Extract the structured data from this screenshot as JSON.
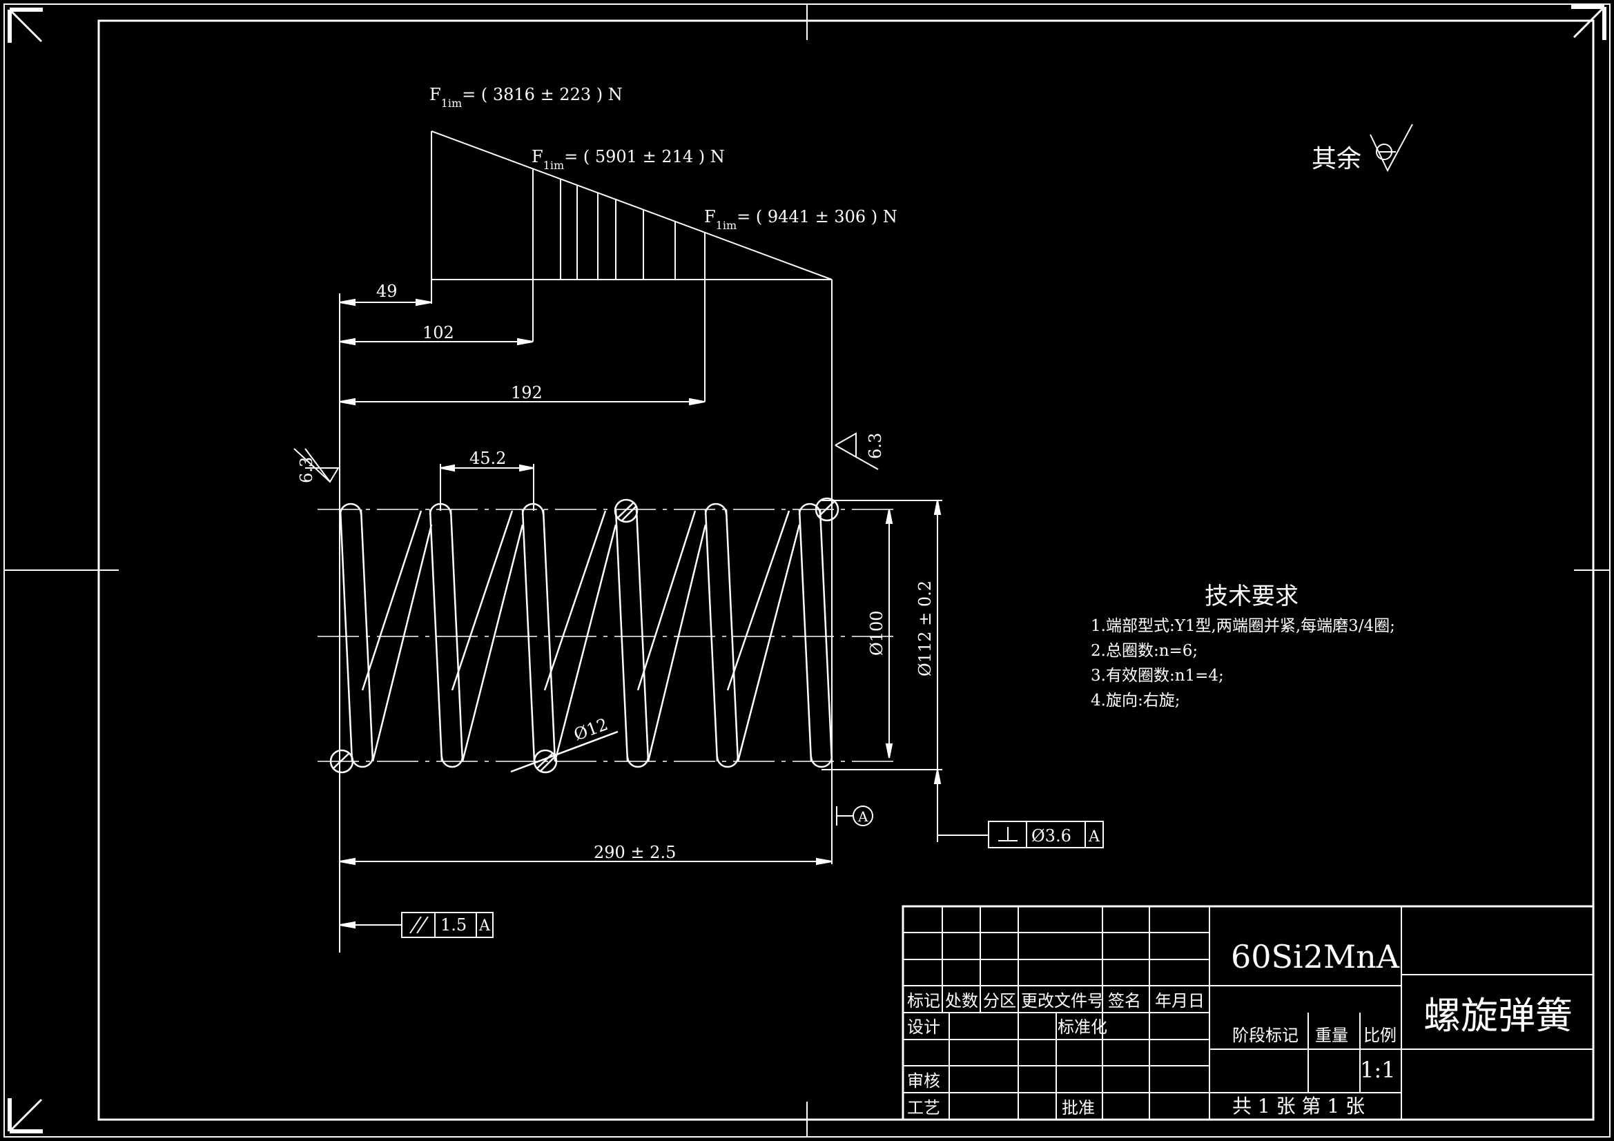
{
  "loads": {
    "f1": {
      "label": "F",
      "sub": "1im",
      "value": "= ( 3816 ± 223 ) N"
    },
    "f2": {
      "label": "F",
      "sub": "1im",
      "value": "= ( 5901 ± 214 ) N"
    },
    "f3": {
      "label": "F",
      "sub": "1im",
      "value": "= ( 9441 ± 306 ) N"
    }
  },
  "dimensions": {
    "d49": "49",
    "d102": "102",
    "d192": "192",
    "pitch": "45.2",
    "wire_dia": "Ø12",
    "inner_dia": "Ø100",
    "outer_dia": "Ø112 ± 0.2",
    "free_length": "290 ± 2.5"
  },
  "roughness": {
    "left": "6.3",
    "right": "6.3",
    "other": "其余"
  },
  "datum": {
    "label": "A"
  },
  "tolerances": {
    "perp": {
      "value": "Ø3.6",
      "datum": "A"
    },
    "parallel": {
      "value": "1.5",
      "datum": "A"
    }
  },
  "tech_requirements": {
    "title": "技术要求",
    "items": [
      "1.端部型式:Y1型,两端圈并紧,每端磨3/4圈;",
      "2.总圈数:n=6;",
      "3.有效圈数:n1=4;",
      "4.旋向:右旋;"
    ]
  },
  "title_block": {
    "material": "60Si2MnA",
    "part_name": "螺旋弹簧",
    "headers": [
      "标记",
      "处数",
      "分区",
      "更改文件号",
      "签名",
      "年月日"
    ],
    "design": "设计",
    "standardize": "标准化",
    "review": "审核",
    "process": "工艺",
    "approve": "批准",
    "stage": "阶段标记",
    "weight": "重量",
    "scale_label": "比例",
    "scale": "1:1",
    "sheets": "共 1 张    第 1 张"
  }
}
